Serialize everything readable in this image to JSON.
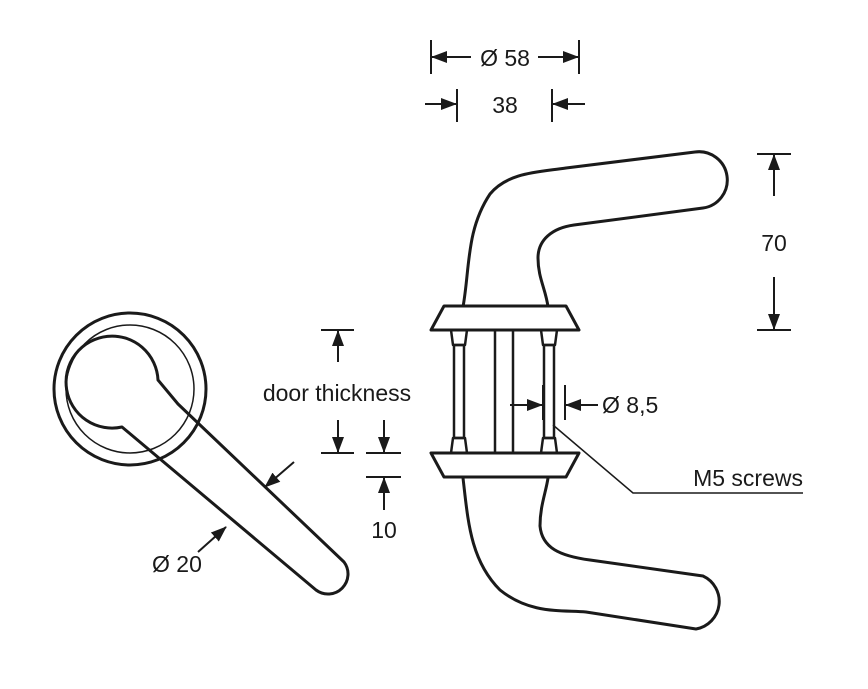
{
  "labels": {
    "outer_diameter": "Ø 58",
    "spindle_width": "38",
    "height": "70",
    "door_thickness": "door thickness",
    "screw_diameter": "Ø 8,5",
    "screws": "M5 screws",
    "rose_thickness": "10",
    "handle_diameter": "Ø 20"
  },
  "colors": {
    "ink": "#1a1a1a",
    "background": "#ffffff"
  }
}
